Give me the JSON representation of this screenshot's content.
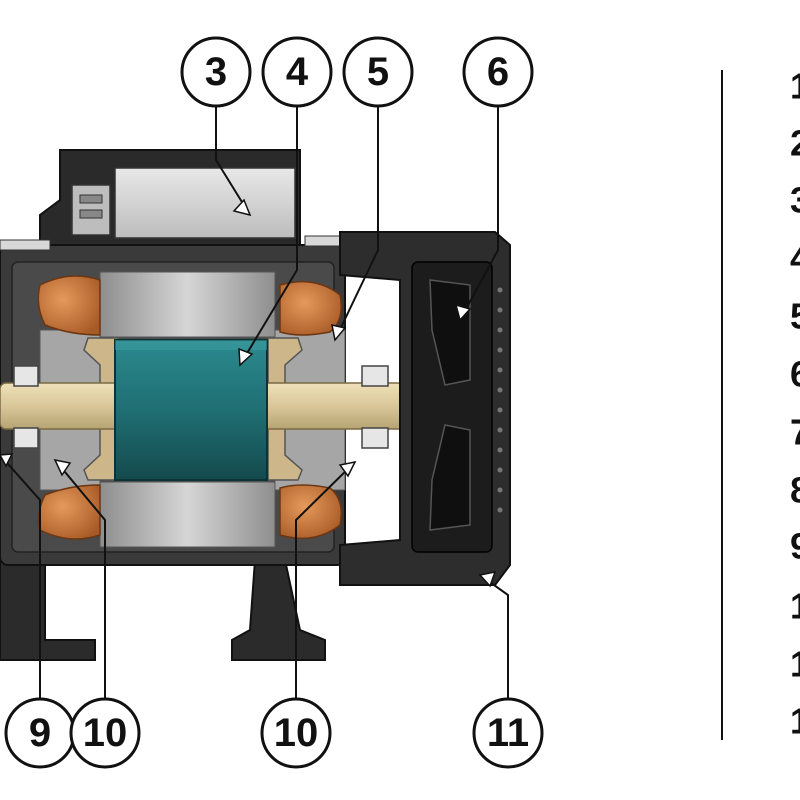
{
  "diagram": {
    "callouts_top": [
      "3",
      "4",
      "5",
      "6"
    ],
    "callouts_bottom": [
      "9",
      "10",
      "10",
      "11"
    ],
    "legend_numbers": [
      "1",
      "2",
      "3",
      "4",
      "5",
      "6",
      "7",
      "8",
      "9",
      "1",
      "1",
      "1"
    ]
  },
  "colors": {
    "outline": "#111111",
    "housing": "#3a3a3a",
    "housing_dark": "#1e1e1e",
    "stator": "#b8b8b8",
    "rotor": "#1f6f73",
    "shaft": "#d9c79a",
    "winding": "#c9753a",
    "bearing": "#e6e6e6"
  }
}
